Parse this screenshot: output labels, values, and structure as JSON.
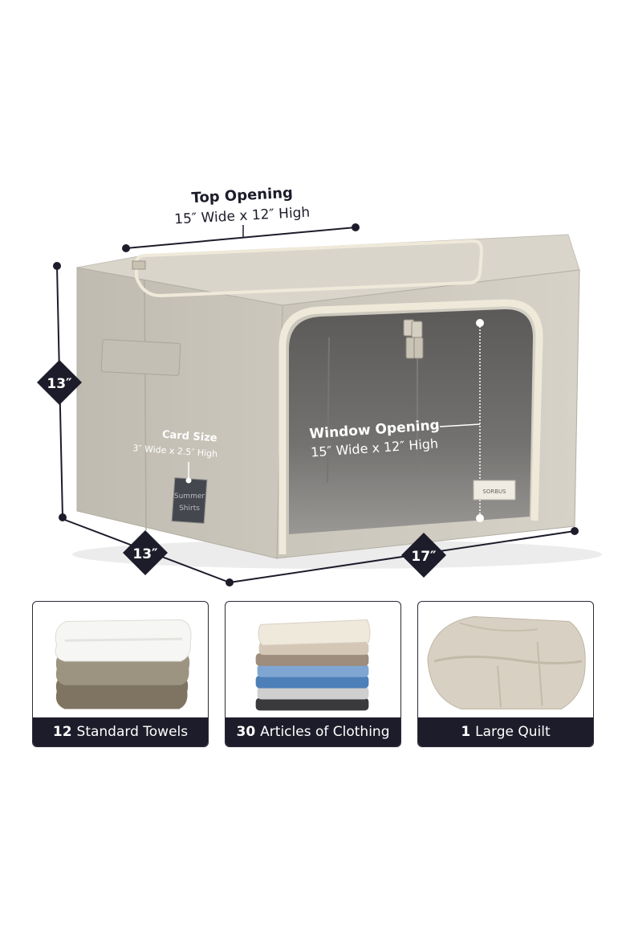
{
  "dimensions": {
    "top_opening_title": "Top Opening",
    "top_opening_size": "15″ Wide x 12″ High",
    "height": "13″",
    "depth": "13″",
    "width": "17″",
    "window_opening_title": "Window Opening",
    "window_opening_size": "15″ Wide x 12″ High",
    "card_size_title": "Card Size",
    "card_size_size": "3″ Wide x 2.5″ High"
  },
  "label_card": {
    "line1": "Summer",
    "line2": "Shirts"
  },
  "brand_tag": "SORBUS",
  "capacity": [
    {
      "count": "12",
      "text": "Standard Towels",
      "icon": "folded-towels-image"
    },
    {
      "count": "30",
      "text": "Articles of Clothing",
      "icon": "folded-clothing-image"
    },
    {
      "count": "1",
      "text": "Large Quilt",
      "icon": "folded-quilt-image"
    }
  ],
  "colors": {
    "fabric": "#cfcbc0",
    "fabric_dark": "#b6b1a6",
    "badge": "#1d1c2a",
    "window": "#6e6c6a"
  }
}
